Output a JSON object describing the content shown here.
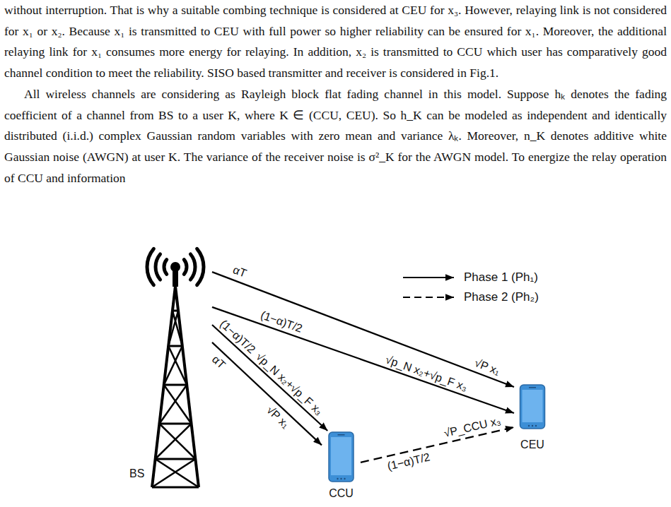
{
  "diagram": {
    "nodes": [
      {
        "text": [
          "BS"
        ]
      },
      {
        "text": [
          "CCU"
        ]
      },
      {
        "text": [
          "CEU"
        ]
      }
    ],
    "edges": [
      {
        "from": 0,
        "to": 2,
        "arrow": "to",
        "label": "√P x₁"
      },
      {
        "from": 0,
        "to": 2,
        "arrow": "to",
        "label": "√p_N x₂+√p_F x₃"
      },
      {
        "from": 0,
        "to": 1,
        "arrow": "to",
        "label": "√p_N x₂+√p_F x₃"
      },
      {
        "from": 0,
        "to": 1,
        "arrow": "to",
        "label": "√P x₁"
      },
      {
        "from": 1,
        "to": 2,
        "arrow": "to",
        "label": "√P_CCU x₃"
      }
    ],
    "labels": [
      "without interruption. That is why a suitable combing technique is considered at CEU for x₃. However, relaying link is not considered for x₁ or x₂. Because x₁ is transmitted to CEU with full power so higher reliability can be ensured for x₁. Moreover, the additional relaying link for x₁ consumes more energy for relaying. In addition, x₂ is transmitted to CCU which user has comparatively good channel condition to meet the reliability. SISO based transmitter and receiver is considered in Fig.1.",
      "All wireless channels are considering as Rayleigh block flat fading channel in this model. Suppose hₖ denotes the fading coefficient of a channel from BS to a user K, where K ∈ (CCU, CEU). So h_K can be modeled as independent and identically distributed (i.i.d.) complex Gaussian random variables with zero mean and variance λₖ. Moreover, n_K denotes additive white Gaussian noise (AWGN) at user K. The variance of the receiver noise is σ²_K for the AWGN model. To energize the relay operation of CCU and information",
      "αT",
      "(1−α)T/2",
      "(1−α)T/2",
      "αT",
      "(1−α)T/2"
    ],
    "legend": [
      {
        "text": "Phase 1 (Ph₁)"
      },
      {
        "text": "Phase 2 (Ph₂)"
      }
    ]
  }
}
